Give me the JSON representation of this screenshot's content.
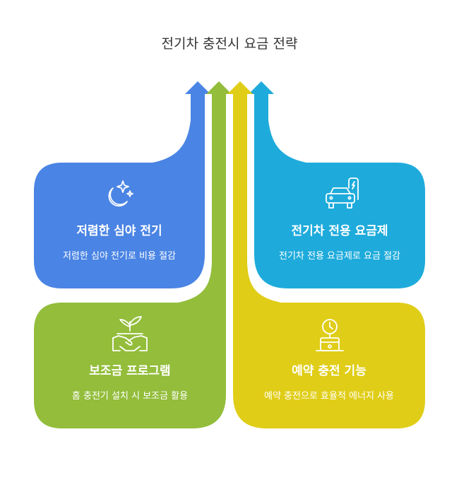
{
  "title": "전기차 충전시 요금 전략",
  "colors": {
    "blue": "#4a84e4",
    "green": "#93bd3b",
    "yellow": "#e0cd17",
    "cyan": "#1eabdb",
    "title_text": "#333333"
  },
  "cards": [
    {
      "id": "night",
      "title": "저렴한 심야 전기",
      "desc": "저렴한 심야 전기로 비용 절감",
      "icon": "moon-stars-icon",
      "color": "blue"
    },
    {
      "id": "ev-plan",
      "title": "전기차 전용 요금제",
      "desc": "전기차 전용 요금제로 요금 절감",
      "icon": "car-charger-icon",
      "color": "cyan"
    },
    {
      "id": "subsidy",
      "title": "보조금 프로그램",
      "desc": "홈 충전기 설치 시 보조금 활용",
      "icon": "handshake-sprout-icon",
      "color": "green"
    },
    {
      "id": "reserve",
      "title": "예약 충전 기능",
      "desc": "예약 충전으로 효율적 에너지 사용",
      "icon": "timer-scale-icon",
      "color": "yellow"
    }
  ]
}
